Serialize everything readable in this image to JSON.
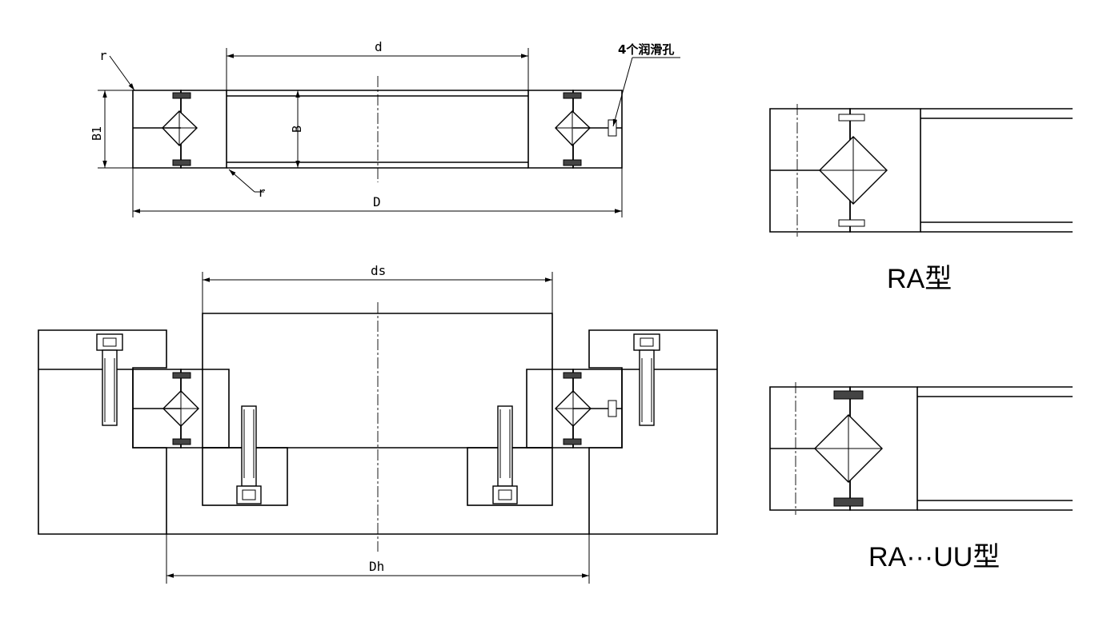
{
  "labels": {
    "d": "d",
    "D": "D",
    "B": "B",
    "B1": "B1",
    "r_top": "r",
    "r_bottom": "r",
    "lube_holes": "4个润滑孔",
    "ds": "ds",
    "Dh": "Dh",
    "ra_type": "RA型",
    "ra_uu_type": "RA···UU型"
  },
  "colors": {
    "line": "#000000",
    "seal": "#444444",
    "background": "#ffffff"
  }
}
